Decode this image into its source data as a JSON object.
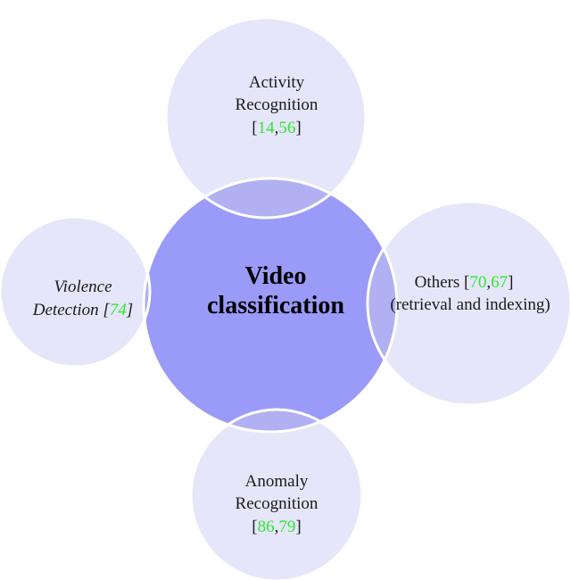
{
  "colors": {
    "satellite_fill": "#e6e6fa",
    "center_fill": "#9a9af8",
    "overlap_fill": "#b0b0f3",
    "stroke": "#ffffff",
    "citation": "#2ee82e",
    "text": "#1a1a1a"
  },
  "center": {
    "line1": "Video",
    "line2": "classification"
  },
  "activity": {
    "line1": "Activity",
    "line2": "Recognition",
    "open": "[",
    "cite1": "14",
    "sep": ",",
    "cite2": "56",
    "close": "]"
  },
  "violence": {
    "line1": "Violence",
    "line2_text": "Detection ",
    "open": "[",
    "cite1": "74",
    "close": "]"
  },
  "others": {
    "line1_text": "Others ",
    "open": "[",
    "cite1": "70",
    "sep": ",",
    "cite2": "67",
    "close": "]",
    "line2": "(retrieval and indexing)"
  },
  "anomaly": {
    "line1": "Anomaly",
    "line2": "Recognition",
    "open": "[",
    "cite1": "86",
    "sep": ",",
    "cite2": "79",
    "close": "]"
  }
}
